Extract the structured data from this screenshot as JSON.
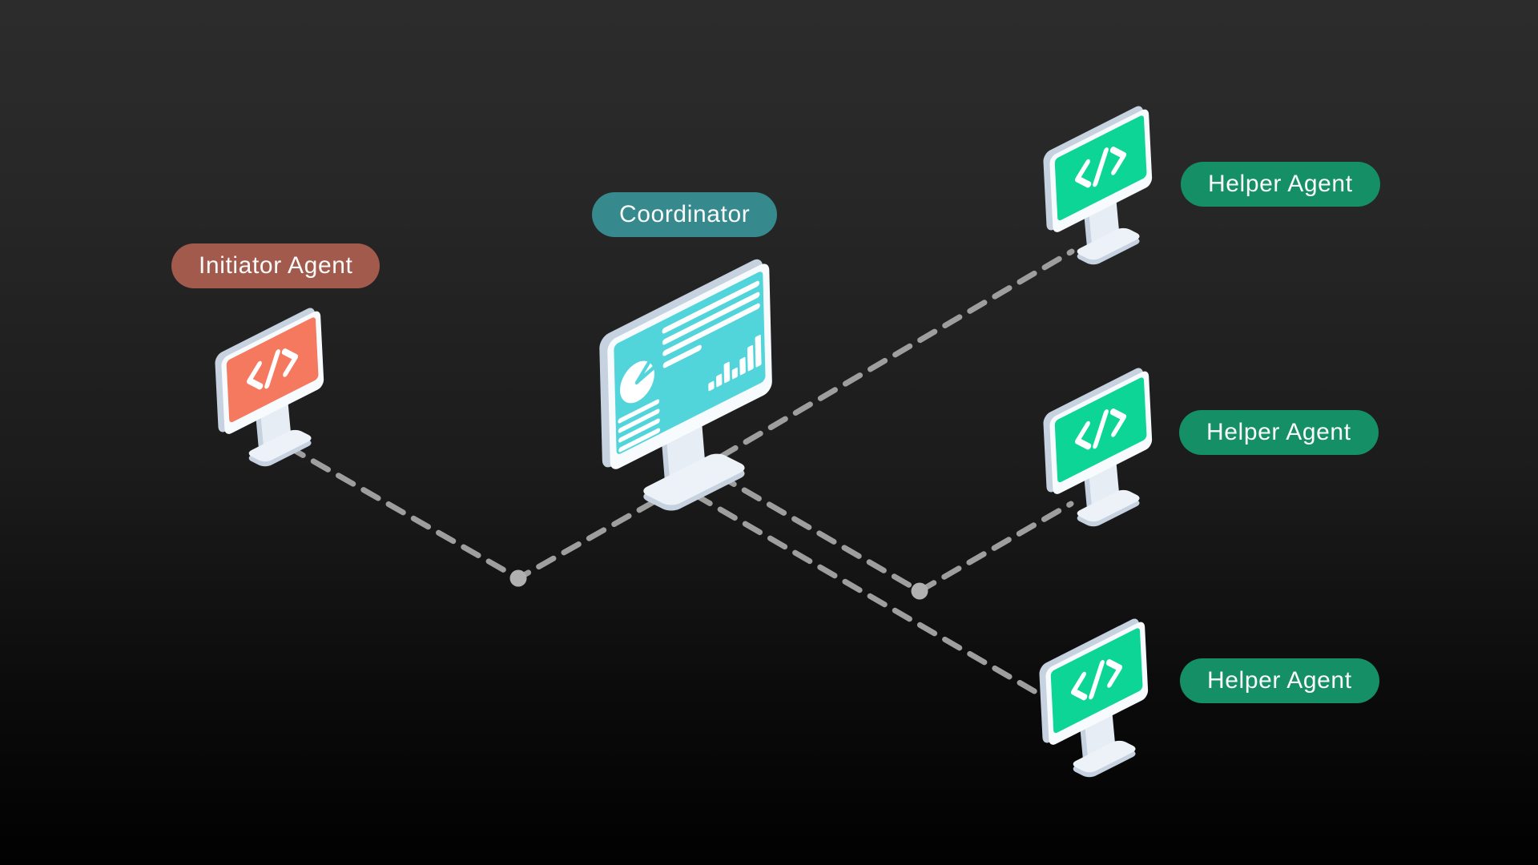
{
  "diagram": {
    "description_hint": "multi-agent network diagram",
    "nodes": {
      "initiator": {
        "label": "Initiator Agent",
        "pill_color": "#A25A4C",
        "screen_color": "#F5795F",
        "icon": "code",
        "monitor": "small"
      },
      "coordinator": {
        "label": "Coordinator",
        "pill_color": "#36898C",
        "screen_color": "#52D4DB",
        "icon": "dashboard",
        "monitor": "large"
      },
      "helper1": {
        "label": "Helper Agent",
        "pill_color": "#148F66",
        "screen_color": "#0DD596",
        "icon": "code",
        "monitor": "small"
      },
      "helper2": {
        "label": "Helper Agent",
        "pill_color": "#148F66",
        "screen_color": "#0DD596",
        "icon": "code",
        "monitor": "small"
      },
      "helper3": {
        "label": "Helper Agent",
        "pill_color": "#148F66",
        "screen_color": "#0DD596",
        "icon": "code",
        "monitor": "small"
      }
    },
    "edges": [
      {
        "from": "initiator",
        "to": "coordinator",
        "style": "dashed",
        "junction_dot": true
      },
      {
        "from": "coordinator",
        "to": "helper1",
        "style": "dashed",
        "junction_dot": false
      },
      {
        "from": "coordinator",
        "to": "helper2",
        "style": "dashed",
        "junction_dot": true
      },
      {
        "from": "coordinator",
        "to": "helper3",
        "style": "dashed",
        "junction_dot": false
      }
    ],
    "colors": {
      "background_top": "#2B2B2B",
      "background_bottom": "#010101",
      "link_line": "#9E9E9E",
      "junction_dot": "#B0B0B0",
      "monitor_frame": "#F8FBFE",
      "monitor_side": "#C6D2DF",
      "monitor_base": "#EDF2F8",
      "text": "#FBFBFB"
    }
  }
}
